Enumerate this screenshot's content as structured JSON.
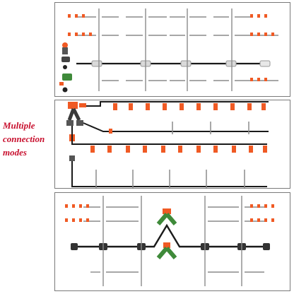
{
  "caption": {
    "line1": "Multiple",
    "line2": "connection",
    "line3": "modes"
  },
  "colors": {
    "caption": "#c8102e",
    "pipe": "#1a1a1a",
    "stake": "#8a8a8a",
    "nozzle": "#f05a24",
    "adapter_green": "#3f8a3a",
    "connector_white": "#d9d9d9",
    "frame": "#7a7a7a"
  },
  "icons": {
    "panel_top": [
      "faucet-adapter-icon",
      "hose-connector-icon",
      "tee-connector-icon",
      "sprinkler-stake-icon"
    ],
    "panel_mid": [
      "y-splitter-icon",
      "tap-adapter-icon",
      "drip-nozzle-icon",
      "sprinkler-stake-icon"
    ],
    "panel_bot": [
      "y-splitter-green-icon",
      "tee-connector-icon",
      "sprinkler-stake-icon"
    ]
  }
}
